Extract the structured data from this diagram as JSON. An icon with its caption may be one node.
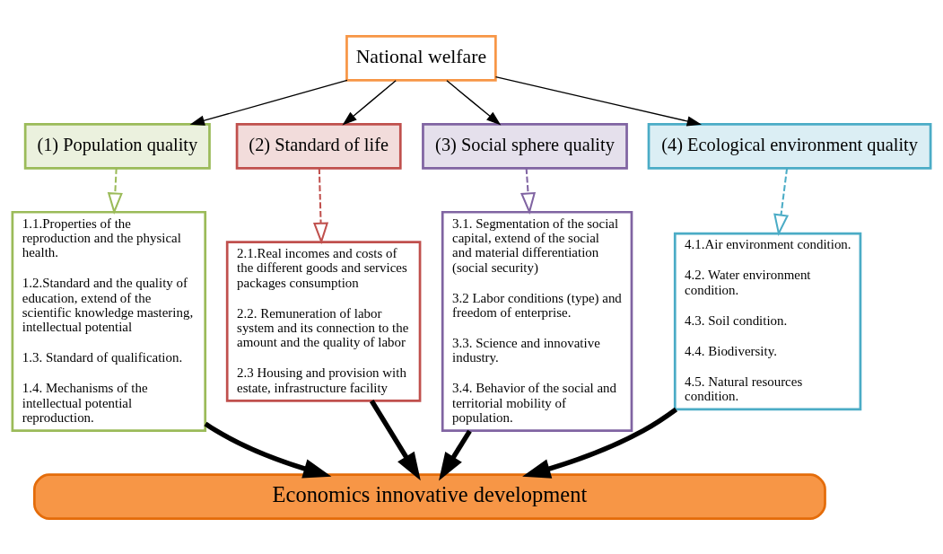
{
  "diagram": {
    "nodes": [
      {
        "text": [
          "National welfare"
        ]
      },
      {
        "text": [
          "(1) Population quality"
        ]
      },
      {
        "text": [
          "(2) Standard of life"
        ]
      },
      {
        "text": [
          "(3) Social sphere quality"
        ]
      },
      {
        "text": [
          "(4) Ecological environment quality"
        ]
      },
      {
        "text": [
          "1.1.Properties of the reproduction and the physical health.",
          "1.2.Standard and the quality of education, extend of the scientific knowledge mastering, intellectual potential",
          "1.3. Standard of qualification.",
          "1.4. Mechanisms of the intellectual potential reproduction."
        ]
      },
      {
        "text": [
          "2.1.Real incomes and costs of the different goods and services packages consumption",
          "2.2. Remuneration of labor system and its connection to the amount and the quality of labor",
          "2.3 Housing and provision with estate, infrastructure facility"
        ]
      },
      {
        "text": [
          "3.1. Segmentation of the social capital, extend of the social and material differentiation (social security)",
          "3.2 Labor conditions (type) and freedom of enterprise.",
          "3.3. Science and innovative industry.",
          "3.4. Behavior of the social and territorial mobility of population."
        ]
      },
      {
        "text": [
          "4.1.Air environment condition.",
          "4.2. Water environment condition.",
          "4.3. Soil condition.",
          "4.4. Biodiversity.",
          "4.5. Natural resources condition."
        ]
      },
      {
        "text": [
          "Economics innovative development"
        ]
      }
    ],
    "edges": [
      {
        "from": 0,
        "to": 1,
        "arrow": "to"
      },
      {
        "from": 0,
        "to": 2,
        "arrow": "to"
      },
      {
        "from": 0,
        "to": 3,
        "arrow": "to"
      },
      {
        "from": 0,
        "to": 4,
        "arrow": "to"
      },
      {
        "from": 1,
        "to": 5,
        "arrow": "to",
        "style": "dashed",
        "color": "#9bbb59"
      },
      {
        "from": 2,
        "to": 6,
        "arrow": "to",
        "style": "dashed",
        "color": "#c0504d"
      },
      {
        "from": 3,
        "to": 7,
        "arrow": "to",
        "style": "dashed",
        "color": "#8064a2"
      },
      {
        "from": 4,
        "to": 8,
        "arrow": "to",
        "style": "dashed",
        "color": "#4bacc6"
      },
      {
        "from": 5,
        "to": 9,
        "arrow": "to",
        "style": "thick"
      },
      {
        "from": 6,
        "to": 9,
        "arrow": "to",
        "style": "thick"
      },
      {
        "from": 7,
        "to": 9,
        "arrow": "to",
        "style": "thick"
      },
      {
        "from": 8,
        "to": 9,
        "arrow": "to",
        "style": "thick"
      }
    ]
  }
}
